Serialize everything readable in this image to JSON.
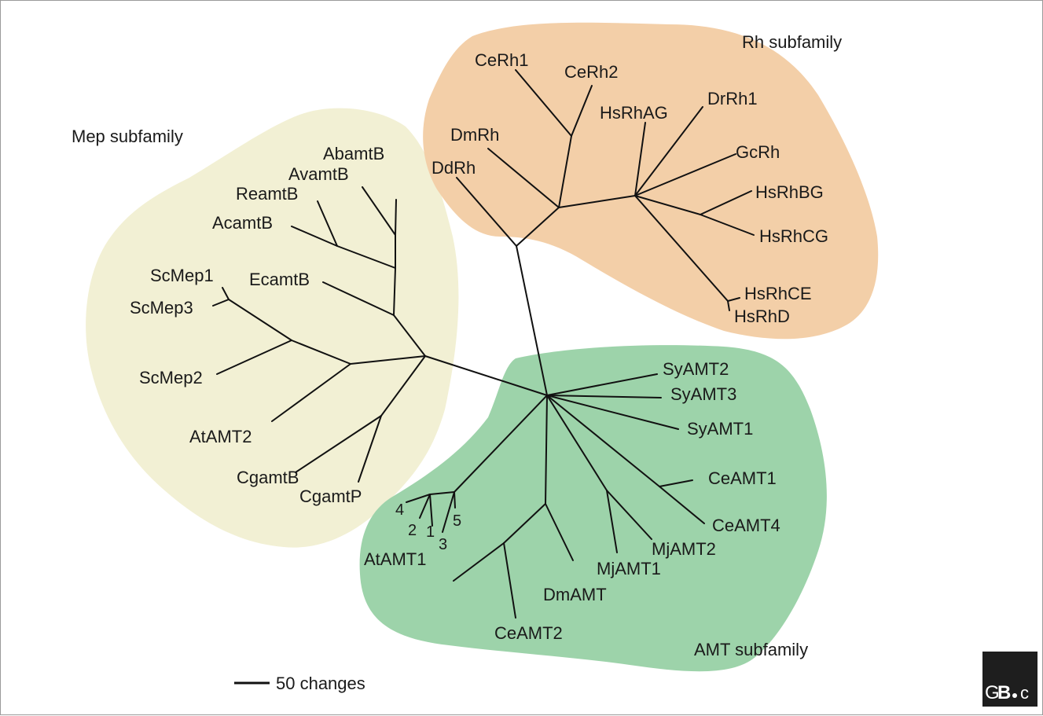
{
  "colors": {
    "mep_region": "#f2f0d4",
    "rh_region": "#f3cfa8",
    "amt_region": "#9dd3aa",
    "branch": "#111111",
    "logo_bg": "#1e1e1e"
  },
  "subfamilies": {
    "mep": "Mep subfamily",
    "rh": "Rh subfamily",
    "amt": "AMT subfamily"
  },
  "taxa": {
    "abamtb": "AbamtB",
    "avamtb": "AvamtB",
    "reamtb": "ReamtB",
    "acamtb": "AcamtB",
    "ecamtb": "EcamtB",
    "scmep1": "ScMep1",
    "scmep3": "ScMep3",
    "scmep2": "ScMep2",
    "atamt2": "AtAMT2",
    "cgamtb": "CgamtB",
    "cgamtp": "CgamtP",
    "cerh1": "CeRh1",
    "cerh2": "CeRh2",
    "hsrhag": "HsRhAG",
    "drrh1": "DrRh1",
    "dmrh": "DmRh",
    "ddrh": "DdRh",
    "gcrh": "GcRh",
    "hsrhbg": "HsRhBG",
    "hsrhcg": "HsRhCG",
    "hsrhce": "HsRhCE",
    "hsrhd": "HsRhD",
    "syamt2": "SyAMT2",
    "syamt3": "SyAMT3",
    "syamt1": "SyAMT1",
    "ceamt1": "CeAMT1",
    "ceamt4": "CeAMT4",
    "mjamt2": "MjAMT2",
    "mjamt1": "MjAMT1",
    "dmamt": "DmAMT",
    "ceamt2": "CeAMT2",
    "atamt1": "AtAMT1",
    "n1": "1",
    "n2": "2",
    "n3": "3",
    "n4": "4",
    "n5": "5"
  },
  "scale_bar": {
    "label": "50 changes"
  },
  "logo": {
    "text_g": "G",
    "text_b": "B",
    "text_c": "c"
  }
}
